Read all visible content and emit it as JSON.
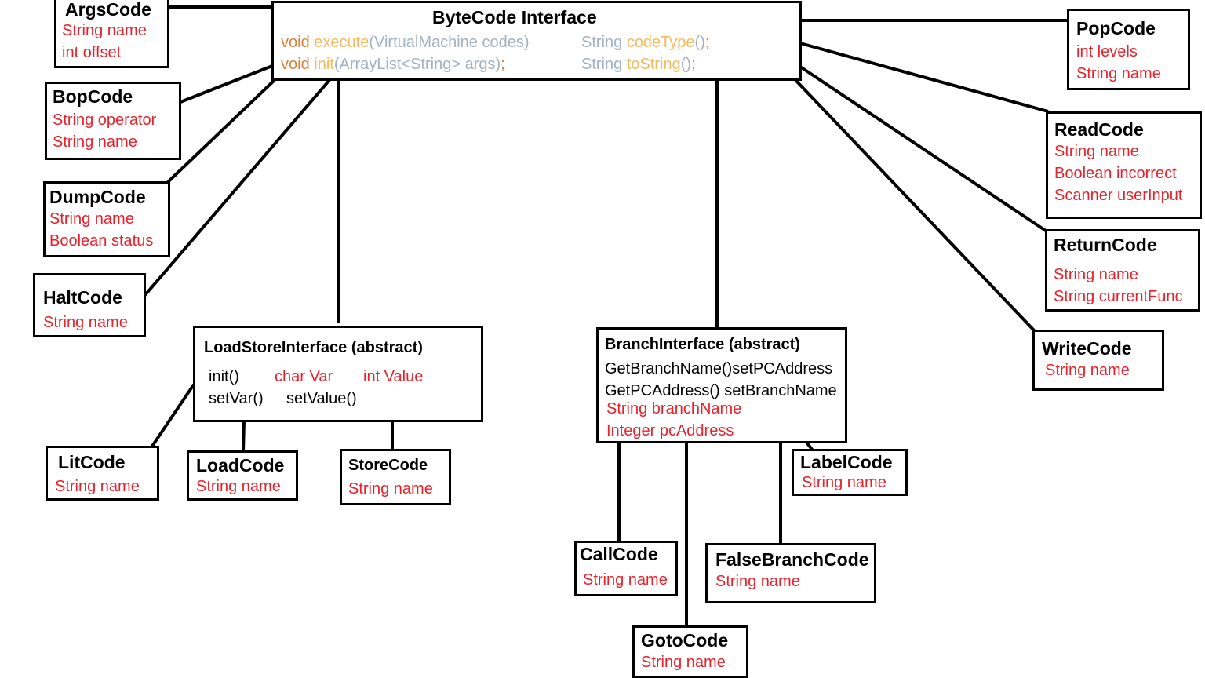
{
  "interface": {
    "title": "ByteCode Interface",
    "methods": [
      {
        "ret": "void",
        "name": "execute",
        "args": "(VirtualMachine codes)",
        "end": ""
      },
      {
        "ret": "void",
        "name": "init",
        "args": "(ArrayList<String> args)",
        "end": ";"
      },
      {
        "ret": "String",
        "name": "codeType",
        "args": "()",
        "end": ";"
      },
      {
        "ret": "String",
        "name": "toString",
        "args": "()",
        "end": ";"
      }
    ]
  },
  "classes": {
    "args": {
      "title": "ArgsCode",
      "fields": [
        "String name",
        "int offset"
      ]
    },
    "bop": {
      "title": "BopCode",
      "fields": [
        "String operator",
        "String name"
      ]
    },
    "dump": {
      "title": "DumpCode",
      "fields": [
        "String name",
        "Boolean status"
      ]
    },
    "halt": {
      "title": "HaltCode",
      "fields": [
        "String name"
      ]
    },
    "pop": {
      "title": "PopCode",
      "fields": [
        "int levels",
        "String name"
      ]
    },
    "read": {
      "title": "ReadCode",
      "fields": [
        "String name",
        "Boolean incorrect",
        "Scanner userInput"
      ]
    },
    "ret": {
      "title": "ReturnCode",
      "fields": [
        "String name",
        "String currentFunc"
      ]
    },
    "write": {
      "title": "WriteCode",
      "fields": [
        "String name"
      ]
    },
    "lit": {
      "title": "LitCode",
      "fields": [
        "String name"
      ]
    },
    "load": {
      "title": "LoadCode",
      "fields": [
        "String name"
      ]
    },
    "store": {
      "title": "StoreCode",
      "fields": [
        "String name"
      ]
    },
    "label": {
      "title": "LabelCode",
      "fields": [
        "String name"
      ]
    },
    "call": {
      "title": "CallCode",
      "fields": [
        "String name"
      ]
    },
    "falsebranch": {
      "title": "FalseBranchCode",
      "fields": [
        "String name"
      ]
    },
    "goto": {
      "title": "GotoCode",
      "fields": [
        "String name"
      ]
    }
  },
  "loadstore": {
    "title": "LoadStoreInterface (abstract)",
    "methods_row1": "init()",
    "methods_row2a": "setVar()",
    "methods_row2b": "setValue()",
    "field1": "char Var",
    "field2": "int Value"
  },
  "branch": {
    "title": "BranchInterface (abstract)",
    "method1": "GetBranchName()setPCAddress",
    "method2": "GetPCAddress() setBranchName",
    "fields": [
      "String branchName",
      "Integer pcAddress"
    ]
  },
  "colors": {
    "border": "#000000",
    "field": "#e8222c",
    "keyword": "#d9803a",
    "function": "#f3b95f",
    "type": "#a2b1c2"
  }
}
